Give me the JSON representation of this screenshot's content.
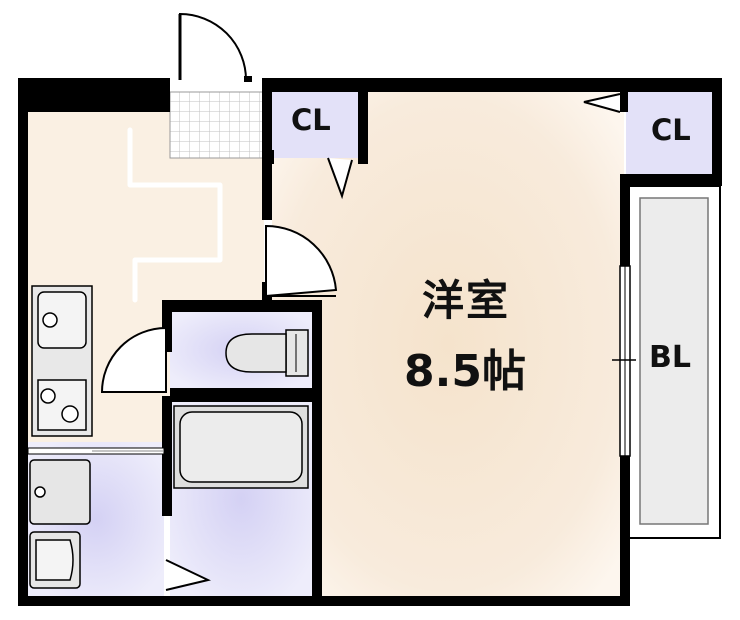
{
  "floor_plan": {
    "closet_1_label": "CL",
    "closet_2_label": "CL",
    "balcony_label": "BL",
    "main_room_name": "洋室",
    "main_room_size": "8.5帖"
  },
  "colors": {
    "wall": "#000000",
    "floor_beige": "#f7ead8",
    "wet_lavender": "#d9d7f5",
    "closet_lavender": "#e3e1f8",
    "balcony_gray": "#ececec",
    "fixture_gray": "#e6e6e6"
  }
}
